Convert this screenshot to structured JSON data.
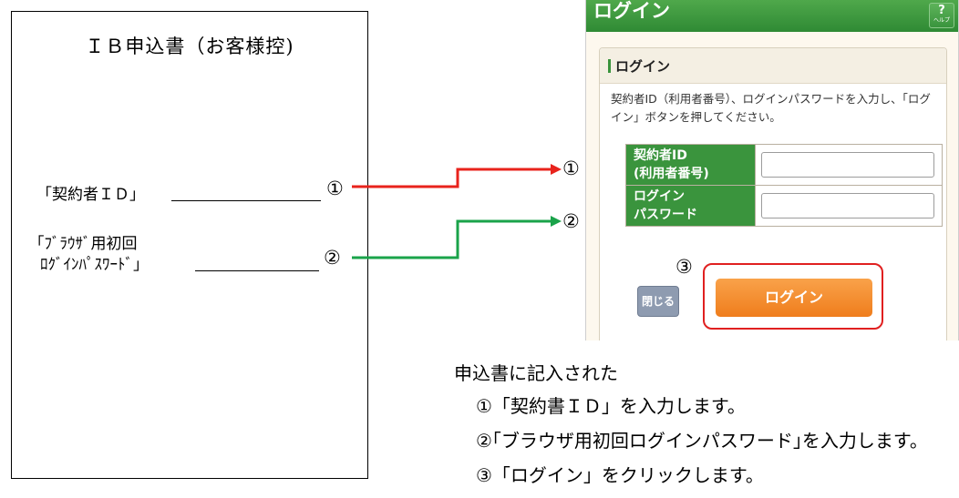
{
  "form": {
    "title": "ＩＢ申込書（お客様控)",
    "contract_id_label": "「契約者ＩＤ」",
    "browser_pw_line1": "｢ﾌﾞﾗｳｻﾞ用初回",
    "browser_pw_line2": "ﾛｸﾞｲﾝﾊﾟｽﾜｰﾄﾞ｣",
    "marker1": "①",
    "marker2": "②"
  },
  "arrows": {
    "target1": "①",
    "target2": "②",
    "colors": {
      "arrow1": "#e8231c",
      "arrow2": "#1aa34a"
    }
  },
  "phone": {
    "header_title": "ログイン",
    "help_q": "?",
    "help_text": "ヘルプ",
    "section_title": "ログイン",
    "description": "契約者ID（利用者番号）、ログインパスワードを入力し、「ログイン」ボタンを押してください。",
    "contract_label_1": "契約者ID",
    "contract_label_2": "(利用者番号)",
    "password_label_1": "ログイン",
    "password_label_2": "パスワード",
    "close_button": "閉じる",
    "login_button": "ログイン",
    "marker3": "③",
    "colors": {
      "header": "#3a943d",
      "login": "#f28a2a",
      "highlight": "#e02020"
    }
  },
  "instructions": {
    "line0": "申込書に記入された",
    "line1": "①「契約書ＩＤ」を入力します。",
    "line2": "②｢ブラウザ用初回ログインパスワード｣を入力します。",
    "line3": "③「ログイン」をクリックします。"
  }
}
